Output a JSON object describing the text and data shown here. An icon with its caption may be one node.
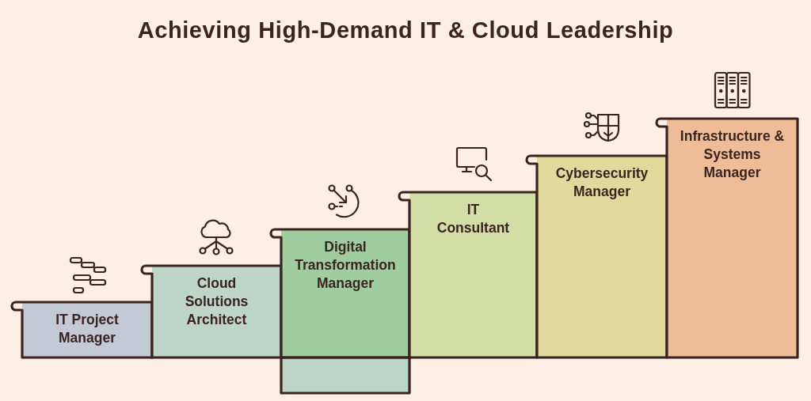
{
  "diagram": {
    "title": "Achieving High-Demand IT & Cloud Leadership",
    "nodes": [
      {
        "text": [
          "IT Project Manager"
        ]
      },
      {
        "text": [
          "Cloud Solutions Architect"
        ]
      },
      {
        "text": [
          "Digital Transformation Manager"
        ]
      },
      {
        "text": [
          "IT Consultant"
        ]
      },
      {
        "text": [
          "Cybersecurity Manager"
        ]
      },
      {
        "text": [
          "Infrastructure & Systems Manager"
        ]
      }
    ]
  }
}
